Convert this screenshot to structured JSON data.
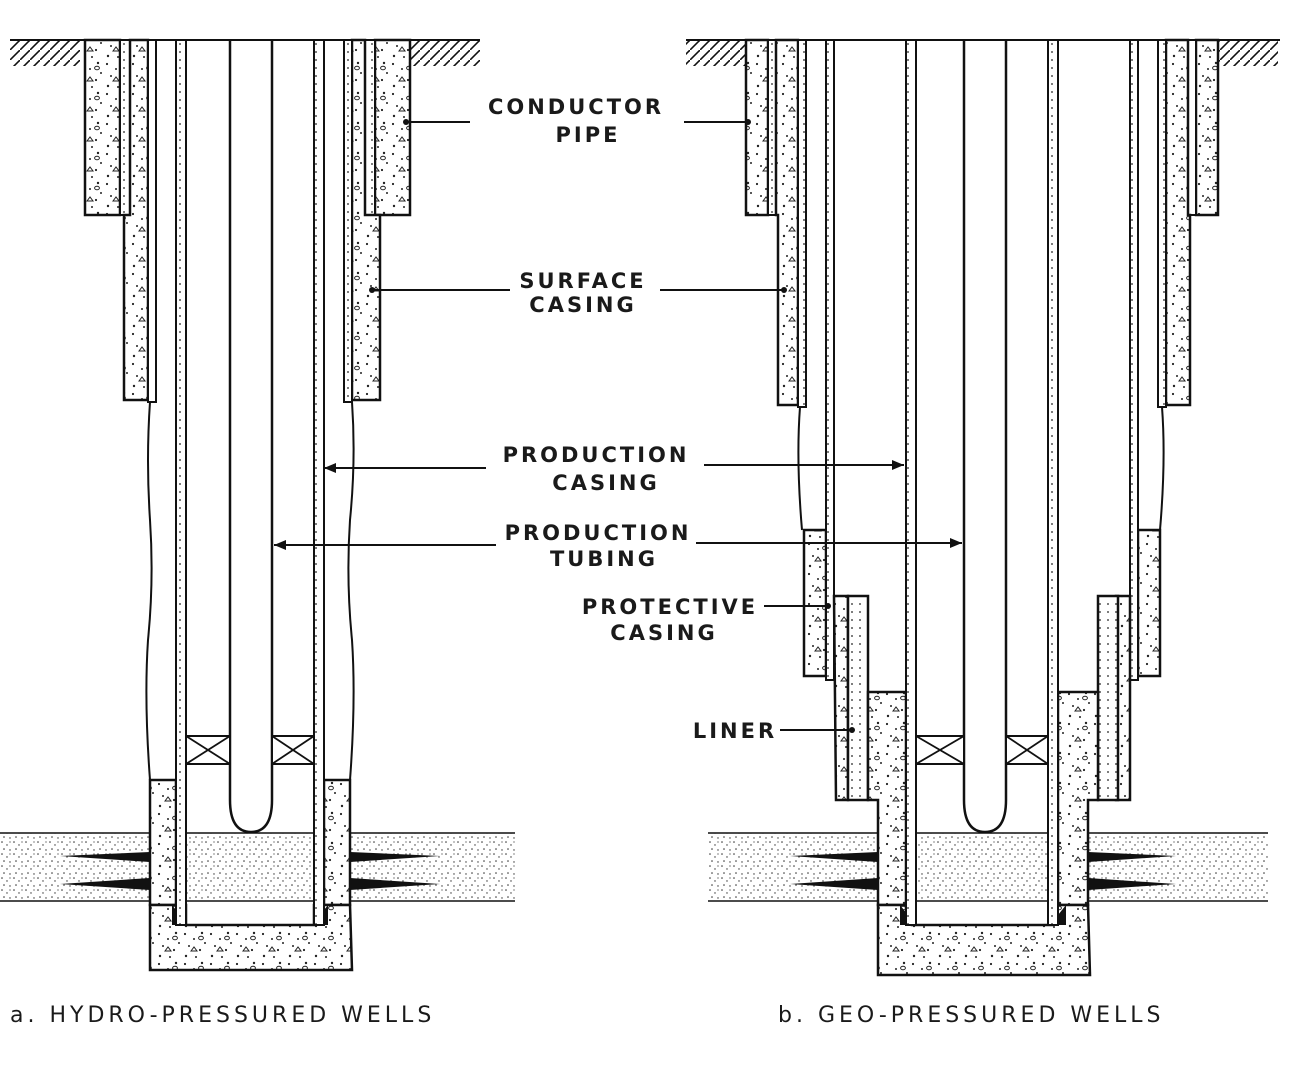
{
  "labels": {
    "conductor": [
      "CONDUCTOR",
      "PIPE"
    ],
    "surface": [
      "SURFACE",
      "CASING"
    ],
    "production_casing": [
      "PRODUCTION",
      "CASING"
    ],
    "production_tubing": [
      "PRODUCTION",
      "TUBING"
    ],
    "protective": [
      "PROTECTIVE",
      "CASING"
    ],
    "liner": [
      "LINER"
    ]
  },
  "captions": {
    "a": "a. HYDRO-PRESSURED WELLS",
    "b": "b. GEO-PRESSURED WELLS"
  },
  "colors": {
    "ink": "#111111",
    "background": "#ffffff"
  }
}
